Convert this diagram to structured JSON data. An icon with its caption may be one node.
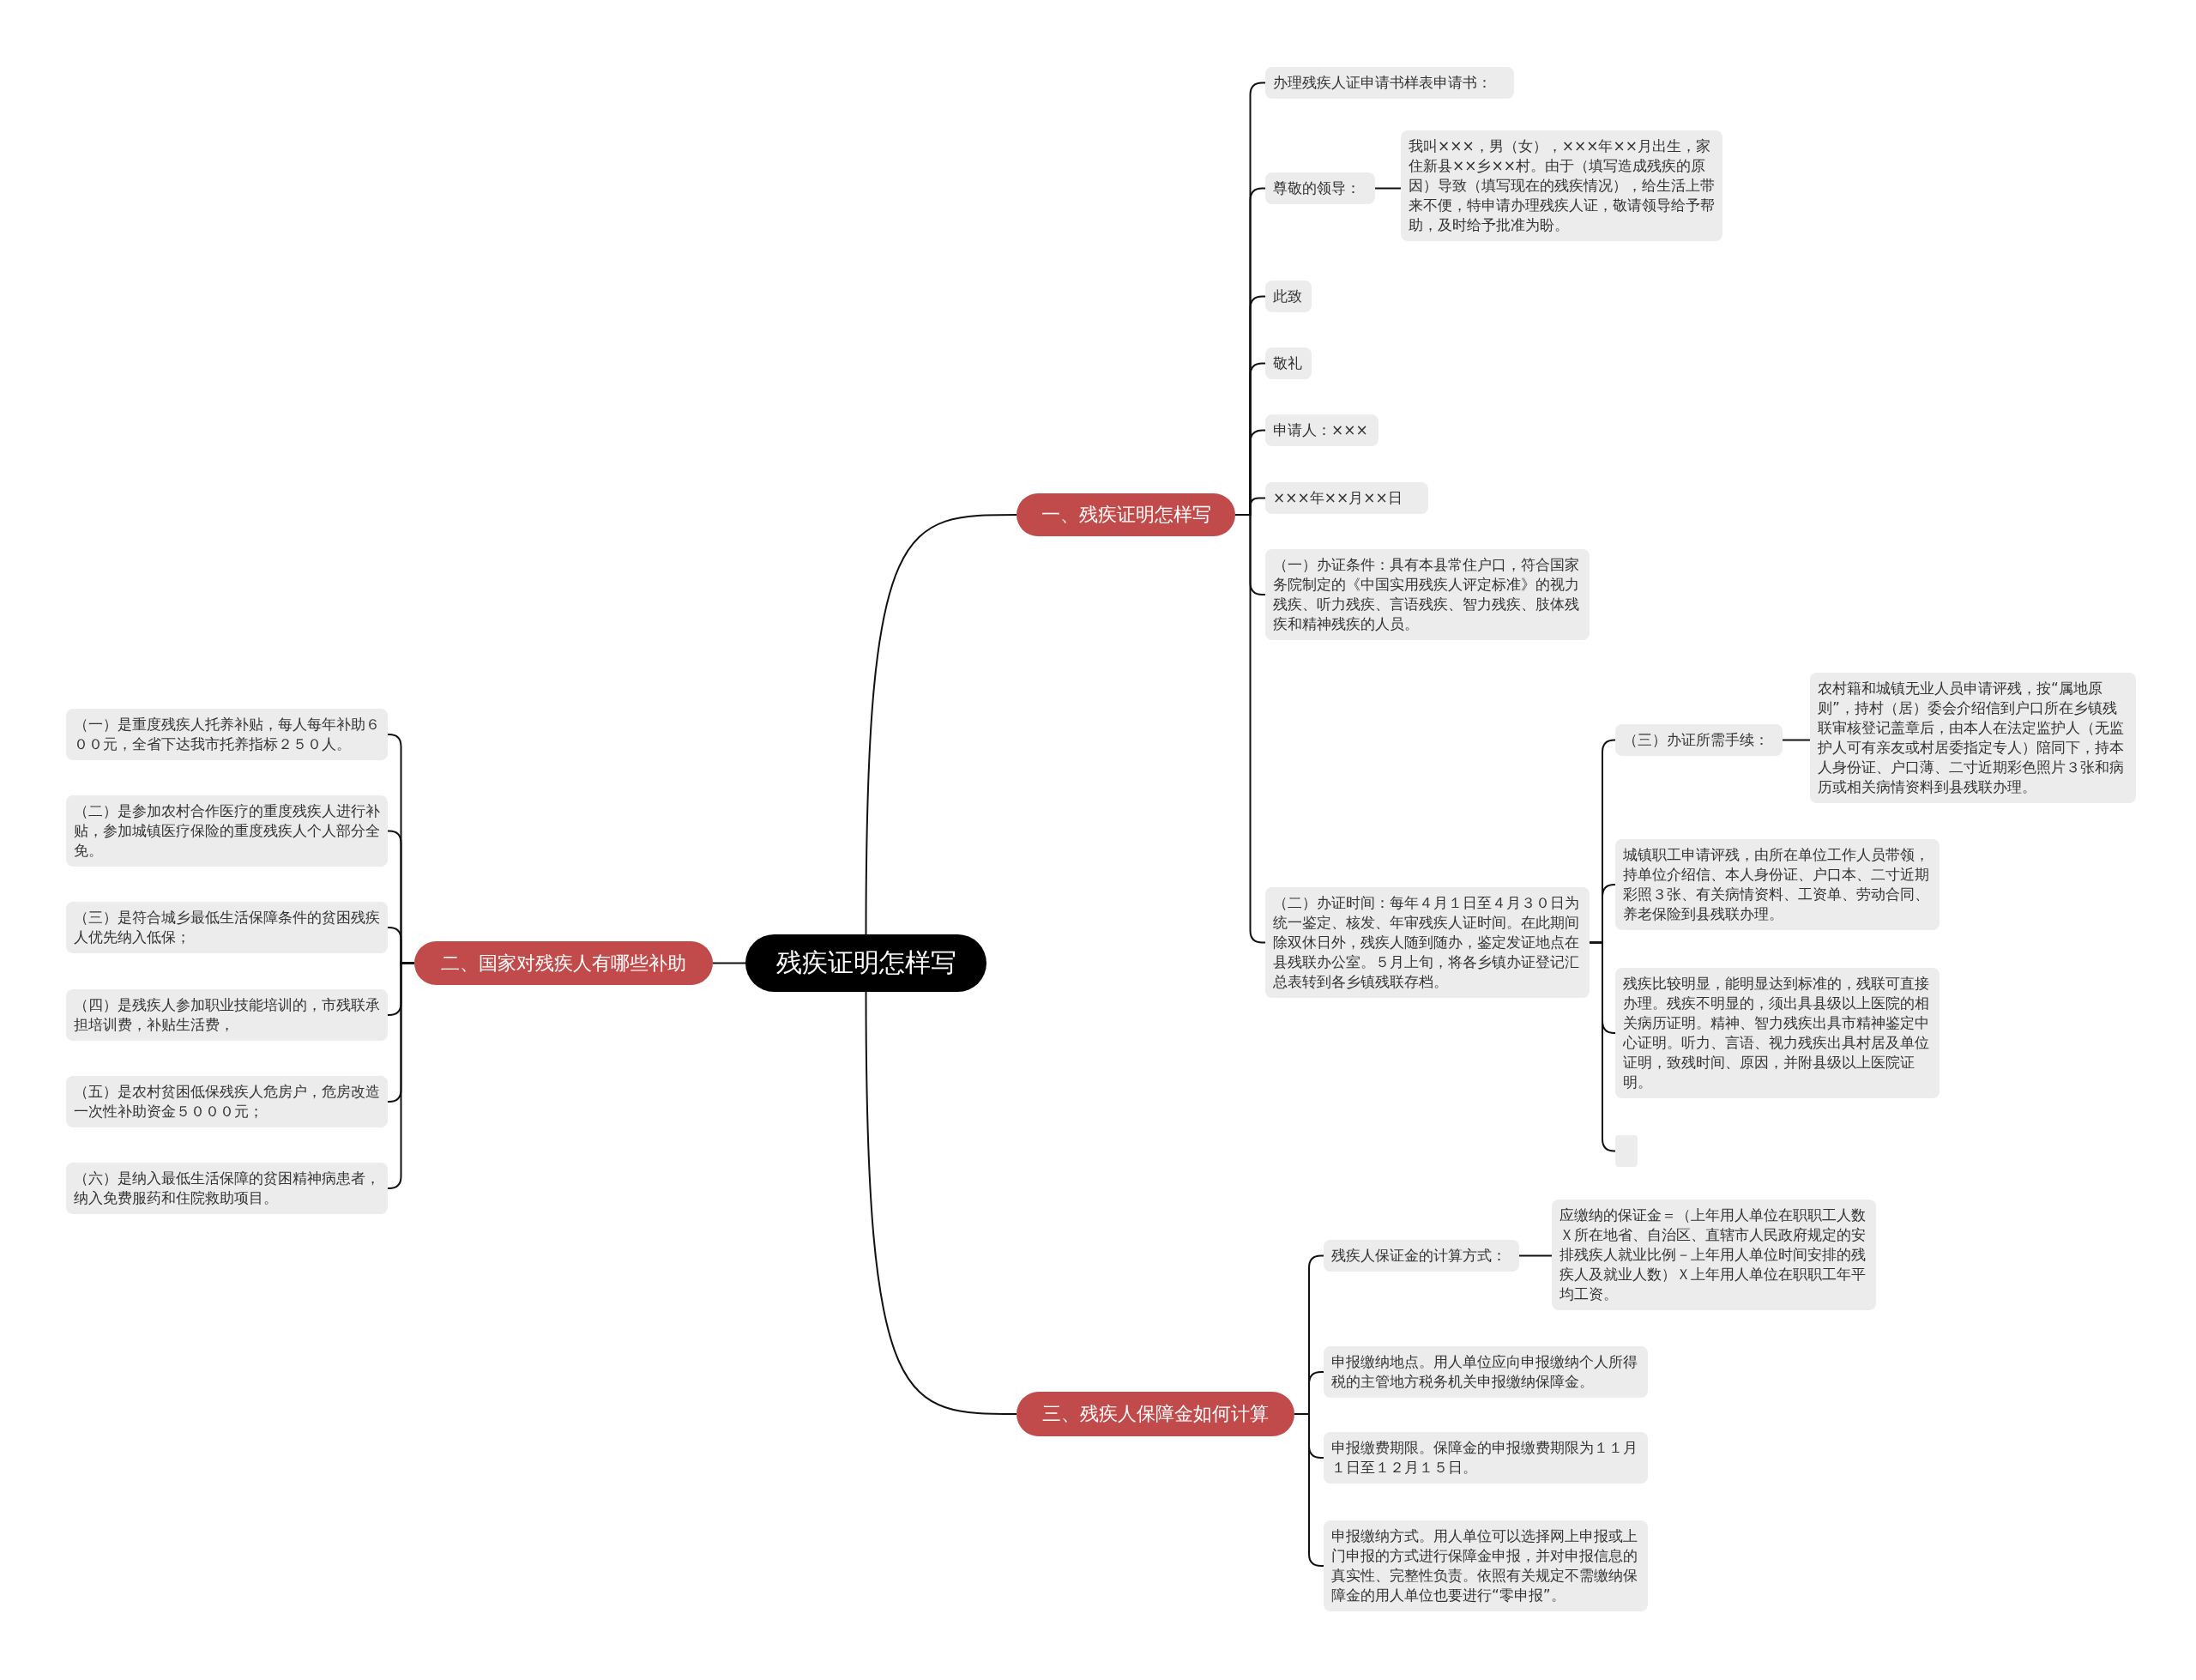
{
  "diagram": {
    "nodes": [
      {
        "text": [
          "残疾证明怎样写"
        ]
      },
      {
        "text": [
          "一、残疾证明怎样写"
        ]
      },
      {
        "text": [
          "办理残疾人证申请书样表申请书："
        ]
      },
      {
        "text": [
          "尊敬的领导："
        ]
      },
      {
        "text": [
          "我叫×××，男（女），×××年××月出生，家住新县××乡××村。由于（填写造成残疾的原因）导致（填写现在的残疾情况），给生活上带来不便，特申请办理残疾人证，敬请领导给予帮助，及时给予批准为盼。"
        ]
      },
      {
        "text": [
          "此致"
        ]
      },
      {
        "text": [
          "敬礼"
        ]
      },
      {
        "text": [
          "申请人：×××"
        ]
      },
      {
        "text": [
          "×××年××月××日"
        ]
      },
      {
        "text": [
          "（一）办证条件：具有本县常住户口，符合国家务院制定的《中国实用残疾人评定标准》的视力残疾、听力残疾、言语残疾、智力残疾、肢体残疾和精神残疾的人员。"
        ]
      },
      {
        "text": [
          "（二）办证时间：每年４月１日至４月３０日为统一鉴定、核发、年审残疾人证时间。在此期间除双休日外，残疾人随到随办，鉴定发证地点在县残联办公室。５月上旬，将各乡镇办证登记汇总表转到各乡镇残联存档。"
        ]
      },
      {
        "text": [
          "（三）办证所需手续："
        ]
      },
      {
        "text": [
          "农村籍和城镇无业人员申请评残，按“属地原则”，持村（居）委会介绍信到户口所在乡镇残联审核登记盖章后，由本人在法定监护人（无监护人可有亲友或村居委指定专人）陪同下，持本人身份证、户口薄、二寸近期彩色照片３张和病历或相关病情资料到县残联办理。"
        ]
      },
      {
        "text": [
          "城镇职工申请评残，由所在单位工作人员带领，持单位介绍信、本人身份证、户口本、二寸近期彩照３张、有关病情资料、工资单、劳动合同、养老保险到县残联办理。"
        ]
      },
      {
        "text": [
          "残疾比较明显，能明显达到标准的，残联可直接办理。残疾不明显的，须出具县级以上医院的相关病历证明。精神、智力残疾出具市精神鉴定中心证明。听力、言语、视力残疾出具村居及单位证明，致残时间、原因，并附县级以上医院证明。"
        ]
      },
      {
        "text": [],
        "shape": "box"
      },
      {
        "text": [
          "三、残疾人保障金如何计算"
        ]
      },
      {
        "text": [
          "残疾人保证金的计算方式："
        ]
      },
      {
        "text": [
          "应缴纳的保证金＝（上年用人单位在职职工人数Ｘ所在地省、自治区、直辖市人民政府规定的安排残疾人就业比例－上年用人单位时间安排的残疾人及就业人数）Ｘ上年用人单位在职职工年平均工资。"
        ]
      },
      {
        "text": [
          "申报缴纳地点。用人单位应向申报缴纳个人所得税的主管地方税务机关申报缴纳保障金。"
        ]
      },
      {
        "text": [
          "申报缴费期限。保障金的申报缴费期限为１１月１日至１２月１５日。"
        ]
      },
      {
        "text": [
          "申报缴纳方式。用人单位可以选择网上申报或上门申报的方式进行保障金申报，并对申报信息的真实性、完整性负责。依照有关规定不需缴纳保障金的用人单位也要进行“零申报”。"
        ]
      },
      {
        "text": [
          "二、国家对残疾人有哪些补助"
        ]
      },
      {
        "text": [
          "（一）是重度残疾人托养补贴，每人每年补助６００元，全省下达我市托养指标２５０人。"
        ]
      },
      {
        "text": [
          "（二）是参加农村合作医疗的重度残疾人进行补贴，参加城镇医疗保险的重度残疾人个人部分全免。"
        ]
      },
      {
        "text": [
          "（三）是符合城乡最低生活保障条件的贫困残疾人优先纳入低保；"
        ]
      },
      {
        "text": [
          "（四）是残疾人参加职业技能培训的，市残联承担培训费，补贴生活费，"
        ]
      },
      {
        "text": [
          "（五）是农村贫困低保残疾人危房户，危房改造一次性补助资金５０００元；"
        ]
      },
      {
        "text": [
          "（六）是纳入最低生活保障的贫困精神病患者，纳入免费服药和住院救助项目。"
        ]
      }
    ],
    "edges": [
      {
        "from": 0,
        "to": 1,
        "arrow": "none"
      },
      {
        "from": 1,
        "to": 2,
        "arrow": "none"
      },
      {
        "from": 1,
        "to": 3,
        "arrow": "none"
      },
      {
        "from": 3,
        "to": 4,
        "arrow": "none"
      },
      {
        "from": 1,
        "to": 5,
        "arrow": "none"
      },
      {
        "from": 1,
        "to": 6,
        "arrow": "none"
      },
      {
        "from": 1,
        "to": 7,
        "arrow": "none"
      },
      {
        "from": 1,
        "to": 8,
        "arrow": "none"
      },
      {
        "from": 1,
        "to": 9,
        "arrow": "none"
      },
      {
        "from": 1,
        "to": 10,
        "arrow": "none"
      },
      {
        "from": 10,
        "to": 11,
        "arrow": "none"
      },
      {
        "from": 11,
        "to": 12,
        "arrow": "none"
      },
      {
        "from": 10,
        "to": 13,
        "arrow": "none"
      },
      {
        "from": 10,
        "to": 14,
        "arrow": "none"
      },
      {
        "from": 10,
        "to": 15,
        "arrow": "none"
      },
      {
        "from": 0,
        "to": 16,
        "arrow": "none"
      },
      {
        "from": 16,
        "to": 17,
        "arrow": "none"
      },
      {
        "from": 17,
        "to": 18,
        "arrow": "none"
      },
      {
        "from": 16,
        "to": 19,
        "arrow": "none"
      },
      {
        "from": 16,
        "to": 20,
        "arrow": "none"
      },
      {
        "from": 16,
        "to": 21,
        "arrow": "none"
      },
      {
        "from": 0,
        "to": 22,
        "arrow": "none"
      },
      {
        "from": 22,
        "to": 23,
        "arrow": "none"
      },
      {
        "from": 22,
        "to": 24,
        "arrow": "none"
      },
      {
        "from": 22,
        "to": 25,
        "arrow": "none"
      },
      {
        "from": 22,
        "to": 26,
        "arrow": "none"
      },
      {
        "from": 22,
        "to": 27,
        "arrow": "none"
      },
      {
        "from": 22,
        "to": 28,
        "arrow": "none"
      }
    ]
  }
}
